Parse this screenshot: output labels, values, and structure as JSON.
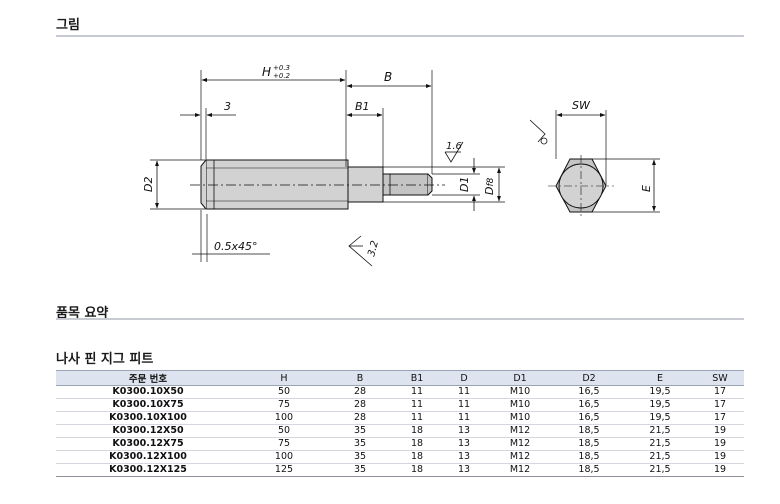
{
  "sections": {
    "figure": "그림",
    "summary": "품목 요약",
    "product": "나사 핀 지그 피트"
  },
  "drawing": {
    "labels": {
      "h": "H",
      "h_tol_upper": "+0.3",
      "h_tol_lower": "+0.2",
      "b": "B",
      "b1": "B1",
      "three": "3",
      "d2": "D2",
      "d1": "D1",
      "d": "D",
      "d_fit": "f8",
      "chamfer": "0.5x45°",
      "finish_fine": "1.6",
      "finish_coarse": "3.2",
      "sw": "SW",
      "e": "E"
    }
  },
  "table": {
    "headers": [
      "주문 번호",
      "H",
      "B",
      "B1",
      "D",
      "D1",
      "D2",
      "E",
      "SW"
    ],
    "rows": [
      [
        "K0300.10X50",
        "50",
        "28",
        "11",
        "11",
        "M10",
        "16,5",
        "19,5",
        "17"
      ],
      [
        "K0300.10X75",
        "75",
        "28",
        "11",
        "11",
        "M10",
        "16,5",
        "19,5",
        "17"
      ],
      [
        "K0300.10X100",
        "100",
        "28",
        "11",
        "11",
        "M10",
        "16,5",
        "19,5",
        "17"
      ],
      [
        "K0300.12X50",
        "50",
        "35",
        "18",
        "13",
        "M12",
        "18,5",
        "21,5",
        "19"
      ],
      [
        "K0300.12X75",
        "75",
        "35",
        "18",
        "13",
        "M12",
        "18,5",
        "21,5",
        "19"
      ],
      [
        "K0300.12X100",
        "100",
        "35",
        "18",
        "13",
        "M12",
        "18,5",
        "21,5",
        "19"
      ],
      [
        "K0300.12X125",
        "125",
        "35",
        "18",
        "13",
        "M12",
        "18,5",
        "21,5",
        "19"
      ]
    ]
  }
}
